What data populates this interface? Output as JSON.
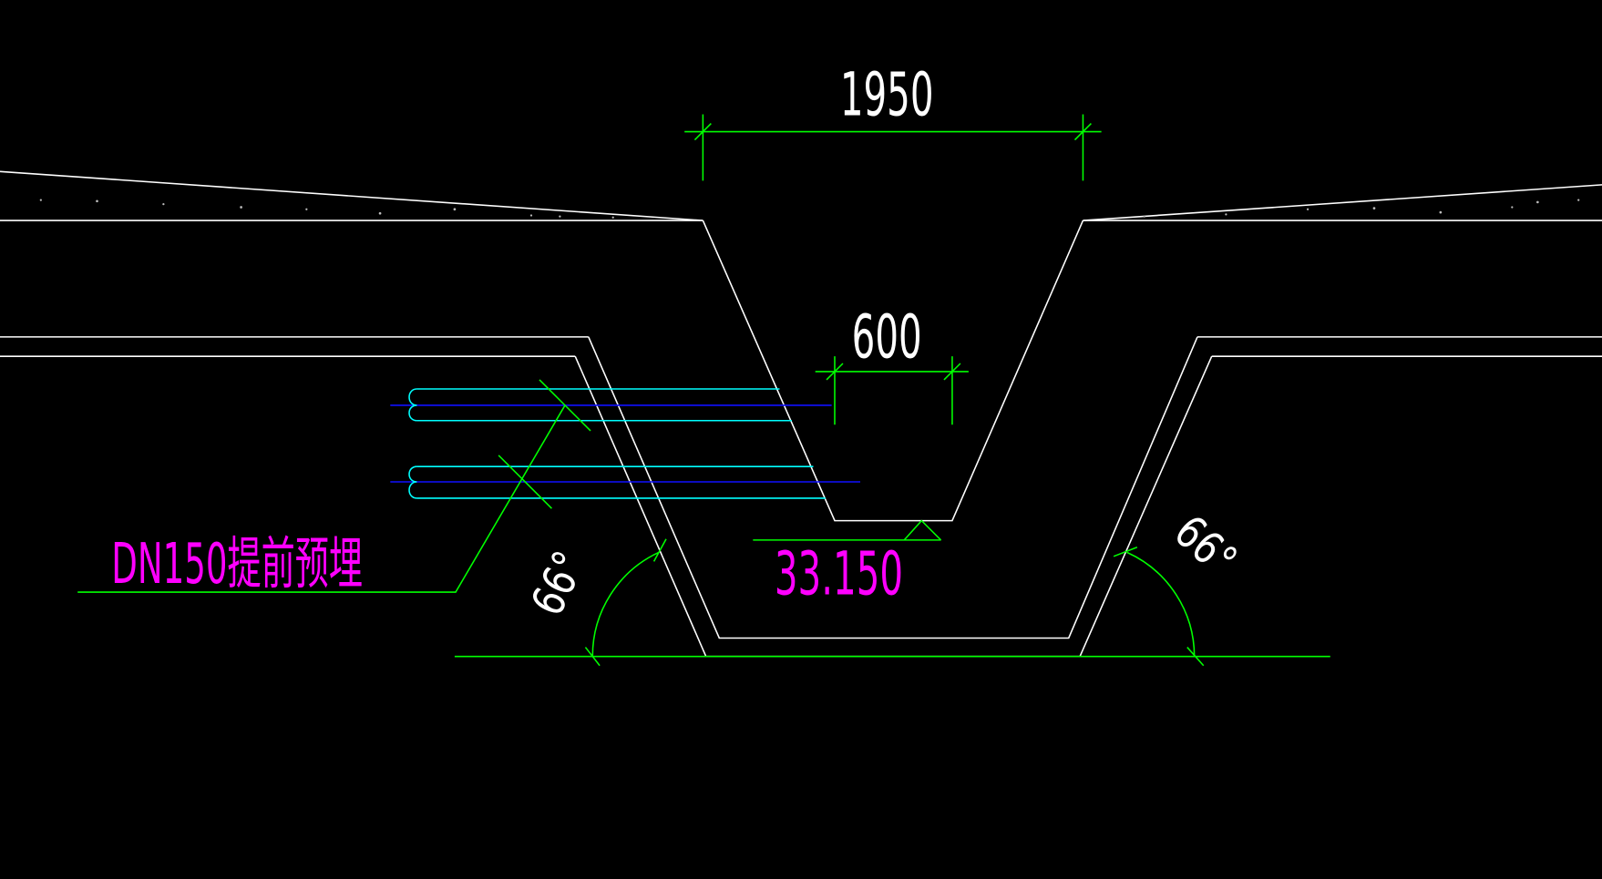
{
  "drawing": {
    "dimensions": {
      "top_width": "1950",
      "bottom_width": "600"
    },
    "elevation": "33.150",
    "angles": {
      "left": "66°",
      "right": "66°"
    },
    "annotation": "DN150提前预埋"
  },
  "colors": {
    "background": "#000000",
    "outline": "#ffffff",
    "dimension": "#00ff00",
    "pipe_outline": "#00ffff",
    "pipe_center": "#0000ff",
    "magenta_text": "#ff00ff"
  }
}
